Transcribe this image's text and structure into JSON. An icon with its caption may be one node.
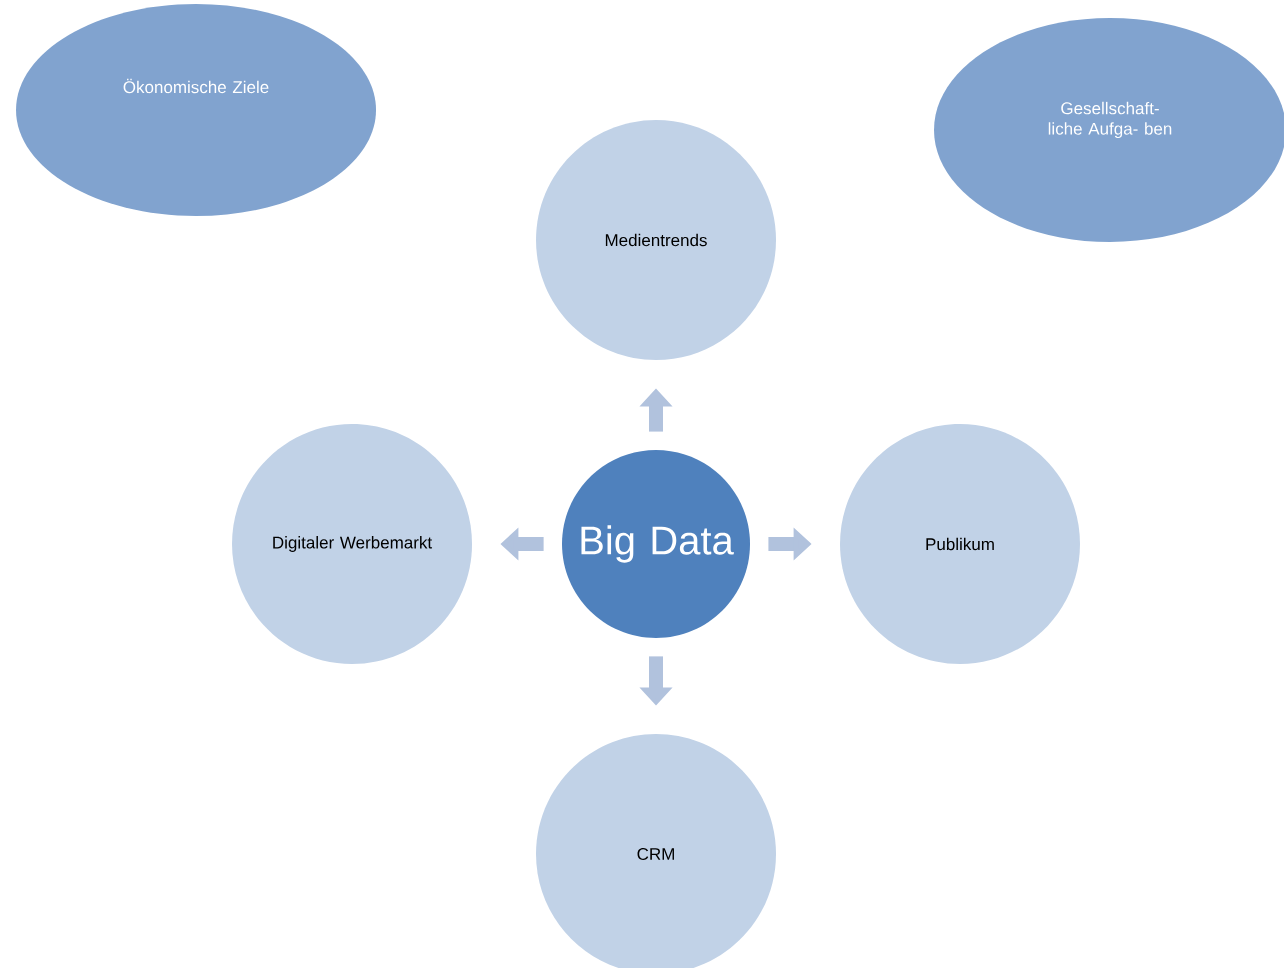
{
  "diagram": {
    "nodes": [
      {
        "text": [
          "Ökonomische Ziele"
        ]
      },
      {
        "text": [
          "Gesellschaft- liche Aufga- ben"
        ]
      },
      {
        "text": [
          "Medientrends"
        ]
      },
      {
        "text": [
          "Digitaler Werbemarkt"
        ]
      },
      {
        "text": [
          "Big Data"
        ]
      },
      {
        "text": [
          "Publikum"
        ]
      },
      {
        "text": [
          "CRM"
        ]
      }
    ],
    "edges": [
      {
        "from": 4,
        "to": 2,
        "arrow": "to"
      },
      {
        "from": 4,
        "to": 3,
        "arrow": "to"
      },
      {
        "from": 4,
        "to": 5,
        "arrow": "to"
      },
      {
        "from": 4,
        "to": 6,
        "arrow": "to"
      }
    ]
  }
}
